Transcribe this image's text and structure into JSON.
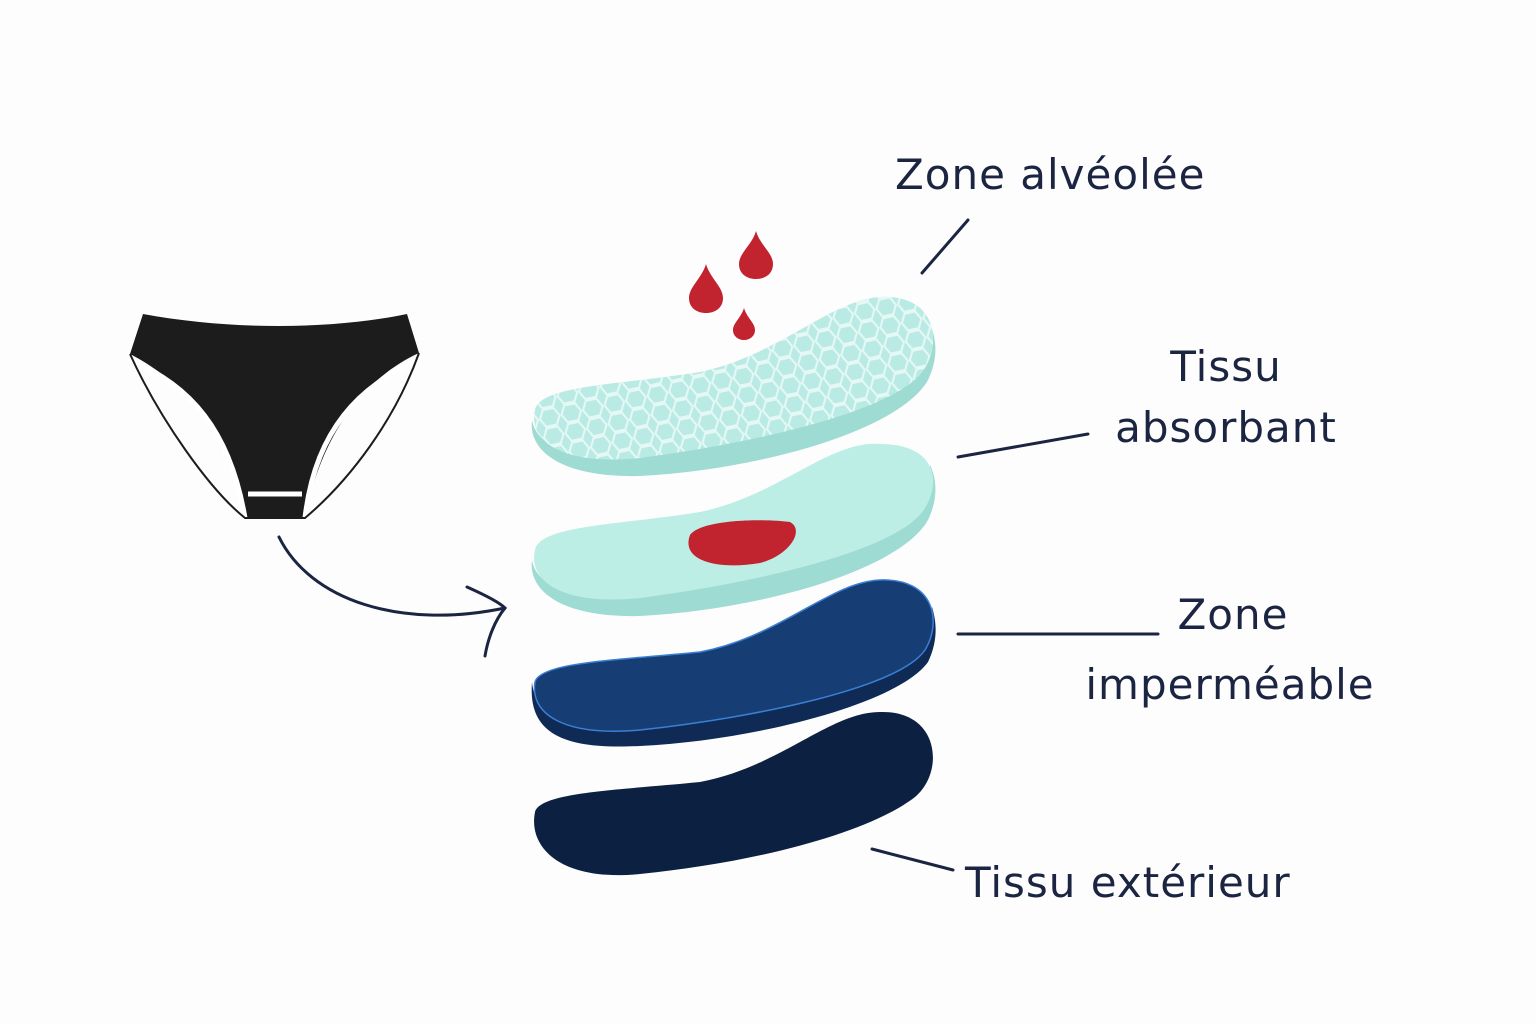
{
  "labels": {
    "honeycomb": "Zone alvéolée",
    "absorbent_line1": "Tissu",
    "absorbent_line2": "absorbant",
    "waterproof_line1": "Zone",
    "waterproof_line2": "imperméable",
    "outer": "Tissu extérieur"
  },
  "colors": {
    "text": "#1b2542",
    "mint": "#b9ebe4",
    "mint_edge": "#9edbd2",
    "blood": "#c1232f",
    "blue": "#163e75",
    "navy": "#0c2142",
    "black": "#1c1c1c"
  }
}
